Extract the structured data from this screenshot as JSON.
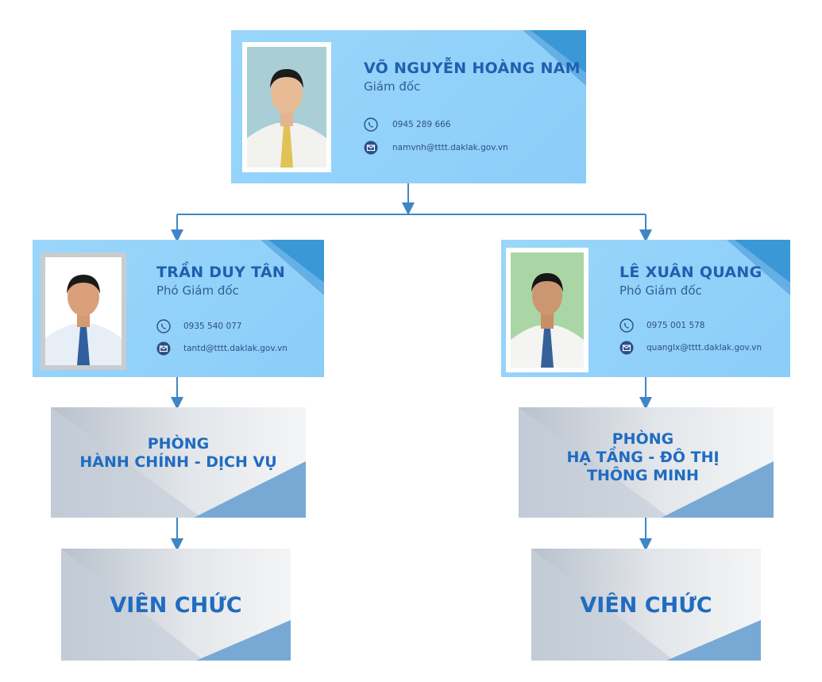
{
  "director": {
    "name": "VÕ NGUYỄN HOÀNG NAM",
    "title": "Giám đốc",
    "phone": "0945 289 666",
    "email": "namvnh@tttt.daklak.gov.vn"
  },
  "deputy_left": {
    "name": "TRẦN DUY TÂN",
    "title": "Phó Giám đốc",
    "phone": "0935 540 077",
    "email": "tantd@tttt.daklak.gov.vn"
  },
  "deputy_right": {
    "name": "LÊ XUÂN QUANG",
    "title": "Phó Giám đốc",
    "phone": "0975 001 578",
    "email": "quanglx@tttt.daklak.gov.vn"
  },
  "dept_left": {
    "line1": "PHÒNG",
    "line2": "HÀNH CHÍNH - DỊCH VỤ"
  },
  "dept_right": {
    "line1": "PHÒNG",
    "line2": "HẠ TẦNG - ĐÔ THỊ",
    "line3": "THÔNG MINH"
  },
  "staff_left": {
    "label": "VIÊN CHỨC"
  },
  "staff_right": {
    "label": "VIÊN CHỨC"
  },
  "colors": {
    "card_bg": "#9ad6fb",
    "accent": "#3a98d6",
    "name_text": "#1f5fae",
    "dept_text": "#1f6cc0",
    "connector": "#3f86c6"
  },
  "icons": {
    "phone": "phone-icon",
    "email": "email-icon",
    "photo": "person-photo"
  }
}
